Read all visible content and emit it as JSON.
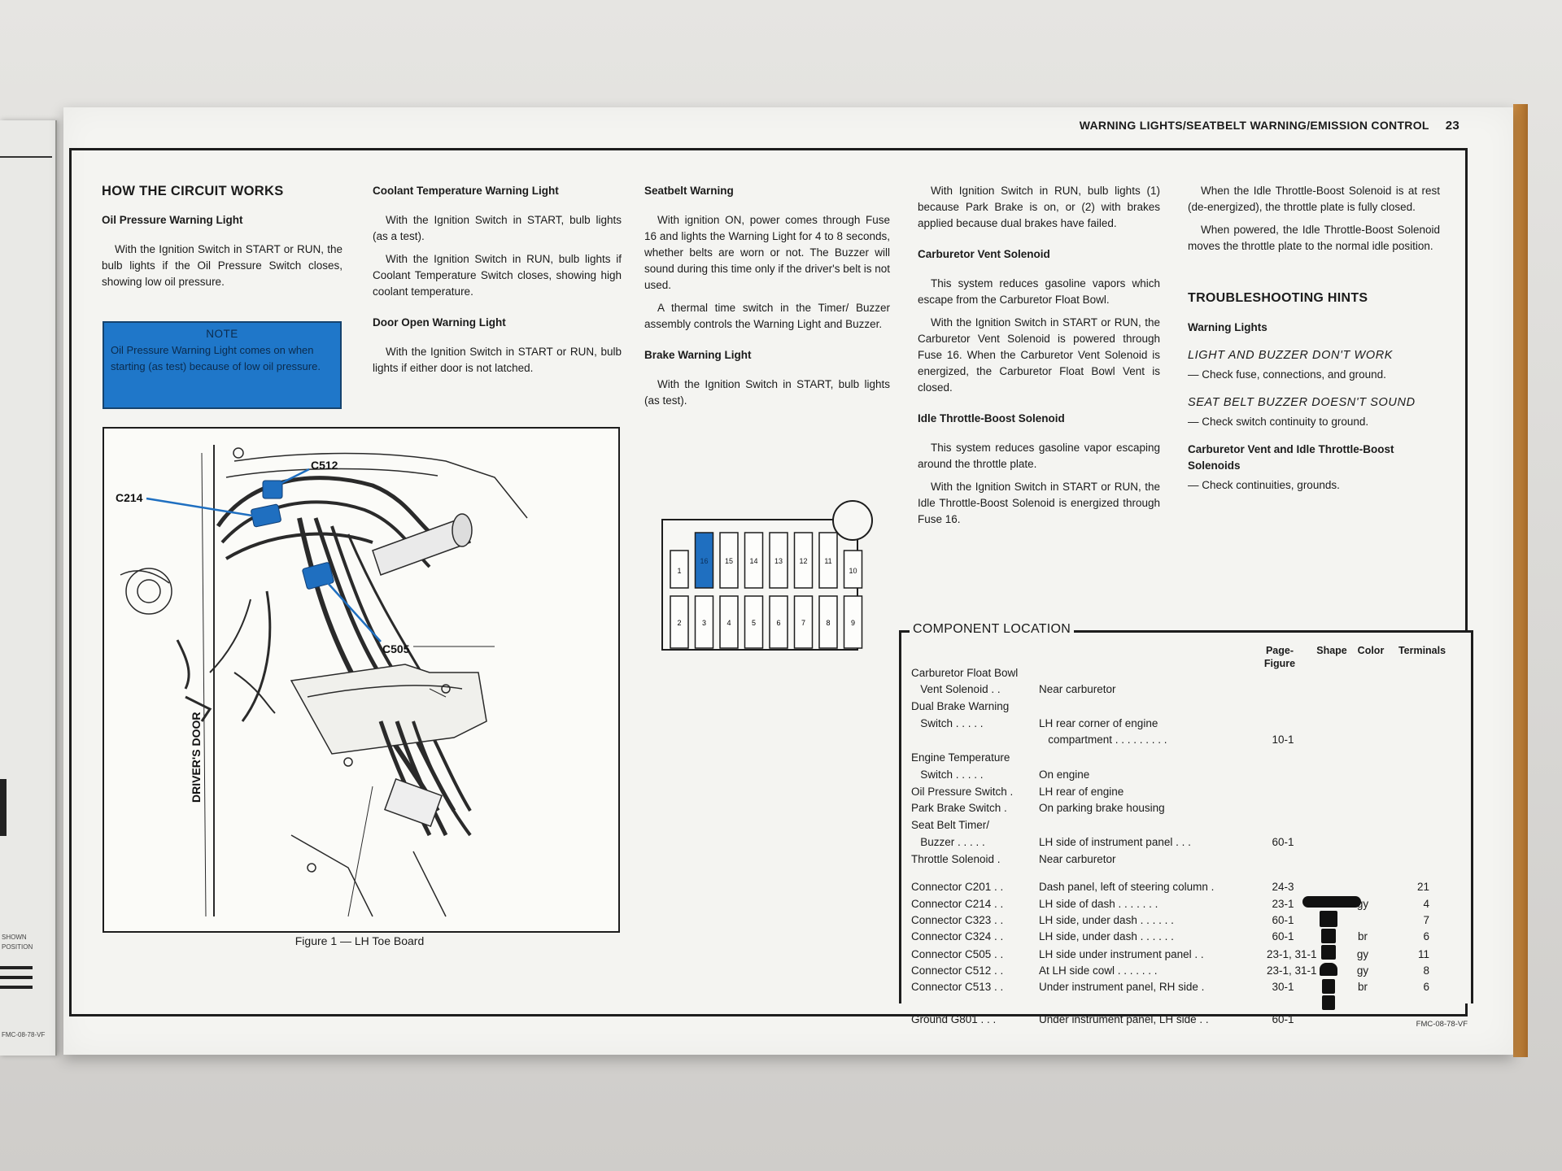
{
  "running_head": {
    "title": "WARNING LIGHTS/SEATBELT WARNING/EMISSION CONTROL",
    "page_number": "23"
  },
  "col1": {
    "heading": "HOW THE CIRCUIT WORKS",
    "oil_title": "Oil Pressure Warning Light",
    "oil_text": "With the Ignition Switch in START or RUN, the bulb lights if the Oil Pressure Switch closes, showing low oil pressure.",
    "note_title": "NOTE",
    "note_text": "Oil Pressure Warning Light comes on when starting (as test) because of low oil pressure."
  },
  "col2": {
    "coolant_title": "Coolant Temperature Warning Light",
    "coolant_p1": "With the Ignition Switch in START, bulb lights (as a test).",
    "coolant_p2": "With the Ignition Switch in RUN, bulb lights if Coolant Temperature Switch closes, showing high coolant temperature.",
    "door_title": "Door Open Warning Light",
    "door_p1": "With the Ignition Switch in START or RUN, bulb lights if either door is not latched."
  },
  "col3": {
    "seatbelt_title": "Seatbelt Warning",
    "seatbelt_p1": "With ignition ON, power comes through Fuse 16 and lights the Warning Light for 4 to 8 seconds, whether belts are worn or not. The Buzzer will sound during this time only if the driver's belt is not used.",
    "seatbelt_p2": "A thermal time switch in the Timer/ Buzzer assembly controls the Warning Light and Buzzer.",
    "brake_title": "Brake Warning Light",
    "brake_p1": "With the Ignition Switch in START, bulb lights (as test)."
  },
  "col4": {
    "brake_p2": "With Ignition Switch in RUN, bulb lights (1) because Park Brake is on, or (2) with brakes applied because dual brakes have failed.",
    "vent_title": "Carburetor Vent Solenoid",
    "vent_p1": "This system reduces gasoline vapors which escape from the Carburetor Float Bowl.",
    "vent_p2": "With the Ignition Switch in START or RUN, the Carburetor Vent Solenoid is powered through Fuse 16. When the Carburetor Vent Solenoid is energized, the Carburetor Float Bowl Vent is closed.",
    "idle_title": "Idle Throttle-Boost Solenoid",
    "idle_p1": "This system reduces gasoline vapor escaping around the throttle plate.",
    "idle_p2": "With the Ignition Switch in START or RUN, the Idle Throttle-Boost Solenoid is energized through Fuse 16."
  },
  "col5": {
    "idle_p3": "When the Idle Throttle-Boost Solenoid is at rest (de-energized), the throttle plate is fully closed.",
    "idle_p4": "When powered, the Idle Throttle-Boost Solenoid moves the throttle plate to the normal idle position.",
    "ts_heading": "TROUBLESHOOTING HINTS",
    "ts_sub1": "Warning Lights",
    "ts_item1": "LIGHT AND BUZZER DON'T WORK",
    "ts_item1_fix": "— Check fuse, connections, and ground.",
    "ts_item2": "SEAT BELT BUZZER DOESN'T SOUND",
    "ts_item2_fix": "— Check switch continuity to ground.",
    "ts_sub2": "Carburetor Vent and Idle Throttle-Boost Solenoids",
    "ts_item3_fix": "— Check continuities, grounds."
  },
  "figure": {
    "caption": "Figure 1 — LH Toe Board",
    "labels": {
      "c512": "C512",
      "c214": "C214",
      "c505": "C505",
      "door": "DRIVER'S DOOR"
    }
  },
  "fuse_panel": {
    "top_row": [
      "1",
      "16",
      "15",
      "14",
      "13",
      "12",
      "11",
      "10"
    ],
    "bottom_row": [
      "2",
      "3",
      "4",
      "5",
      "6",
      "7",
      "8",
      "9"
    ],
    "highlight": "16",
    "highlight_color": "#1f6fc0"
  },
  "component_location": {
    "title": "COMPONENT LOCATION",
    "headers": {
      "page_figure": "Page-\nFigure",
      "shape": "Shape",
      "color": "Color",
      "terminals": "Terminals"
    },
    "rows": [
      {
        "label": "Carburetor Float Bowl"
      },
      {
        "label": "   Vent Solenoid . .",
        "loc": "Near carburetor"
      },
      {
        "label": "Dual Brake Warning"
      },
      {
        "label": "   Switch . . . . .",
        "loc": "LH rear corner of engine"
      },
      {
        "label": "",
        "loc": "   compartment . . . . . . . . .",
        "pf": "10-1"
      },
      {
        "label": "Engine Temperature"
      },
      {
        "label": "   Switch . . . . .",
        "loc": "On engine"
      },
      {
        "label": "Oil Pressure Switch .",
        "loc": "LH rear of engine"
      },
      {
        "label": "Park Brake Switch .",
        "loc": "On parking brake housing"
      },
      {
        "label": "Seat Belt Timer/"
      },
      {
        "label": "   Buzzer . . . . .",
        "loc": "LH side of instrument panel . . .",
        "pf": "60-1"
      },
      {
        "label": "Throttle Solenoid .",
        "loc": "Near carburetor"
      },
      {
        "label": "Connector C201 . .",
        "loc": "Dash panel, left of steering column .",
        "pf": "24-3",
        "color": "",
        "term": "21"
      },
      {
        "label": "Connector C214 . .",
        "loc": "LH side of dash . . . . . . .",
        "pf": "23-1",
        "color": "gy",
        "term": "4"
      },
      {
        "label": "Connector C323 . .",
        "loc": "LH side, under dash . . . . . .",
        "pf": "60-1",
        "color": "",
        "term": "7"
      },
      {
        "label": "Connector C324 . .",
        "loc": "LH side, under dash . . . . . .",
        "pf": "60-1",
        "color": "br",
        "term": "6"
      },
      {
        "label": "Connector C505 . .",
        "loc": "LH side under instrument panel . .",
        "pf": "23-1, 31-1",
        "color": "gy",
        "term": "11"
      },
      {
        "label": "Connector C512 . .",
        "loc": "At LH side cowl . . . . . . .",
        "pf": "23-1, 31-1",
        "color": "gy",
        "term": "8"
      },
      {
        "label": "Connector C513 . .",
        "loc": "Under instrument panel, RH side .",
        "pf": "30-1",
        "color": "br",
        "term": "6"
      },
      {
        "label": "Ground G801 . . .",
        "loc": "Under instrument panel, LH side . .",
        "pf": "60-1"
      }
    ]
  },
  "footer_code": "FMC-08-78-VF",
  "left_page": {
    "text_shown": "SHOWN",
    "text_position": "POSITION",
    "code": "FMC-08-78-VF"
  }
}
